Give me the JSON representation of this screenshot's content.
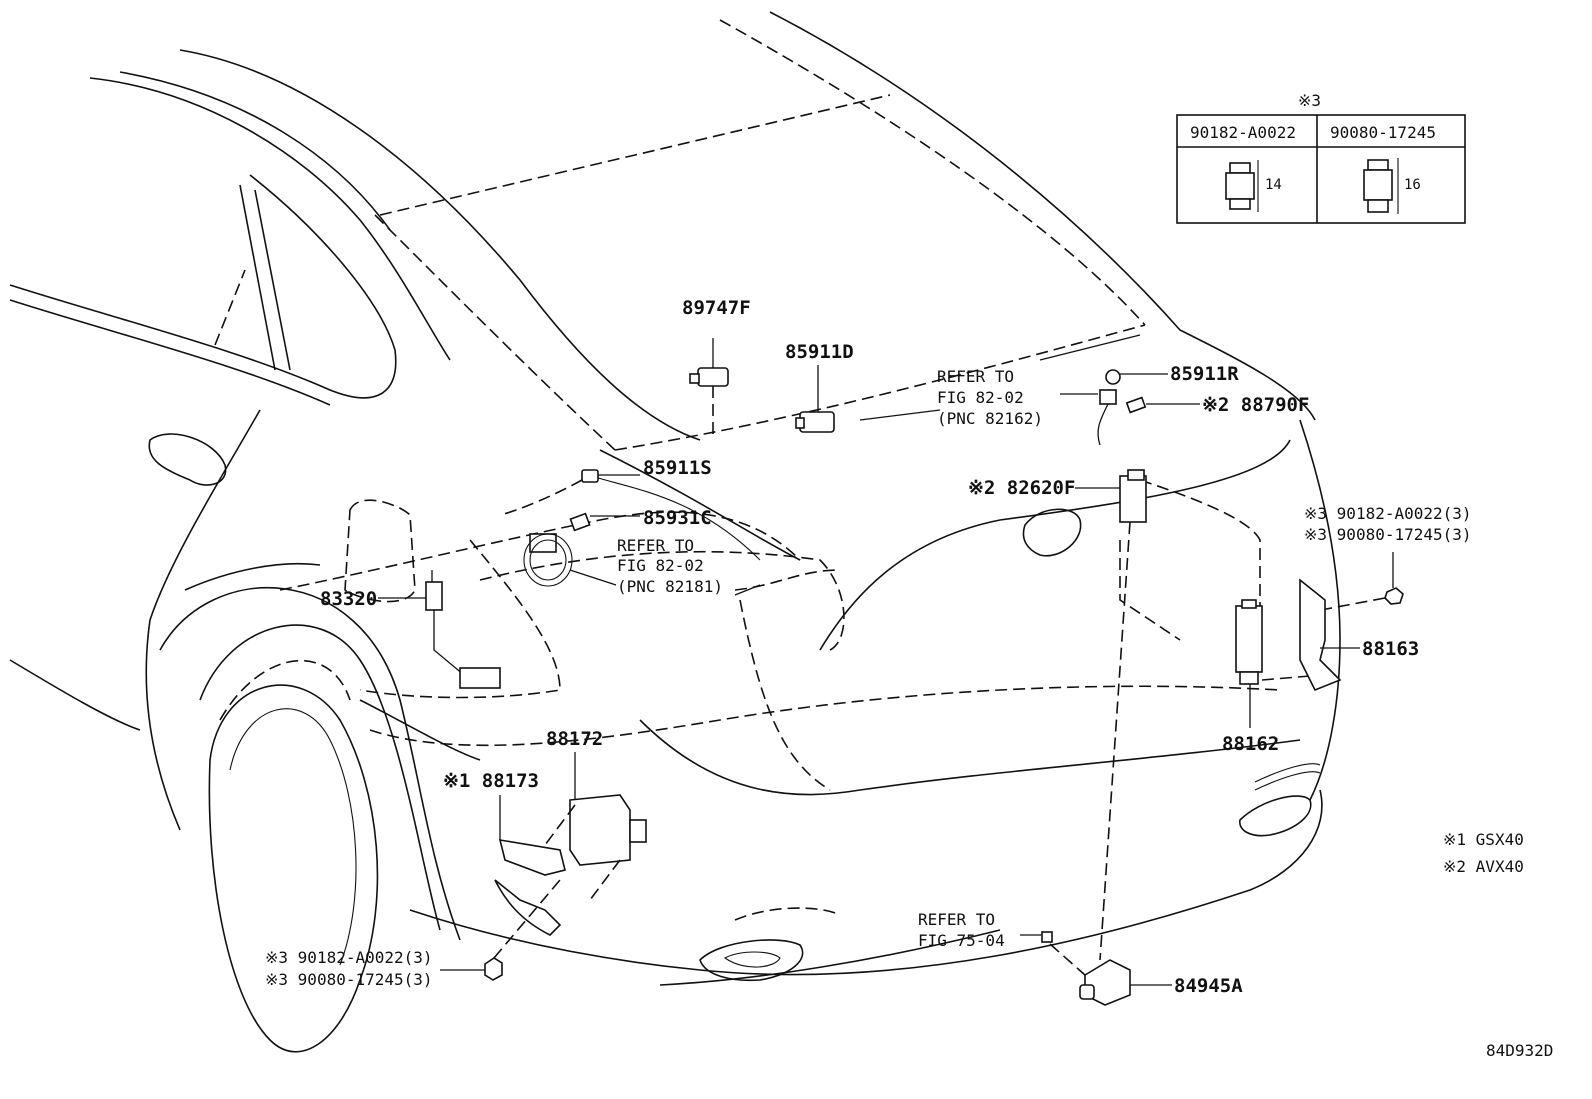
{
  "legend_box": {
    "heading": "※3",
    "columns": [
      {
        "part": "90182-A0022",
        "dim": "14"
      },
      {
        "part": "90080-17245",
        "dim": "16"
      }
    ]
  },
  "callouts": {
    "p89747F": "89747F",
    "p85911D": "85911D",
    "refer1_l1": "REFER TO",
    "refer1_l2": "FIG 82-02",
    "refer1_l3": "(PNC 82162)",
    "p85911R": "85911R",
    "p88790F": "※2 88790F",
    "p85911S": "85911S",
    "p85931C": "85931C",
    "refer2_l1": "REFER TO",
    "refer2_l2": "FIG 82-02",
    "refer2_l3": "(PNC 82181)",
    "p82620F": "※2 82620F",
    "nut_r1": "※3 90182-A0022(3)",
    "nut_r2": "※3 90080-17245(3)",
    "p83320": "83320",
    "p88163": "88163",
    "p88162": "88162",
    "p88172": "88172",
    "p88173": "※1 88173",
    "nut_l1": "※3 90182-A0022(3)",
    "nut_l2": "※3 90080-17245(3)",
    "refer3_l1": "REFER TO",
    "refer3_l2": "FIG 75-04",
    "p84945A": "84945A"
  },
  "notes": {
    "n1": "※1  GSX40",
    "n2": "※2  AVX40"
  },
  "figure_code": "84D932D"
}
